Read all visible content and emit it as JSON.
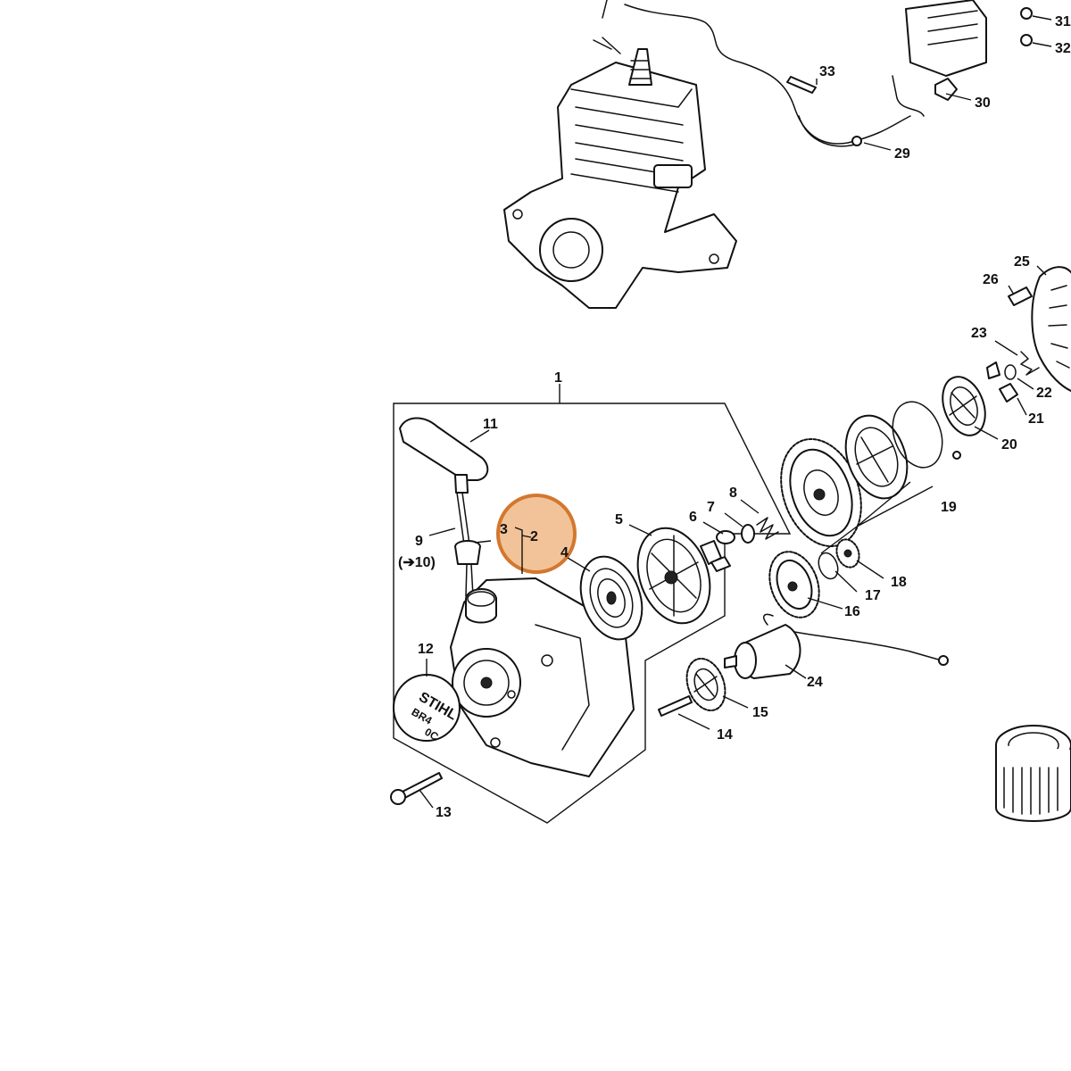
{
  "callouts": {
    "c1": "1",
    "c2": "2",
    "c3": "3",
    "c4": "4",
    "c5": "5",
    "c6": "6",
    "c7": "7",
    "c8": "8",
    "c9": "9",
    "c10": "(➔10)",
    "c11": "11",
    "c12": "12",
    "c13": "13",
    "c14": "14",
    "c15": "15",
    "c16": "16",
    "c17": "17",
    "c18": "18",
    "c19": "19",
    "c20": "20",
    "c21": "21",
    "c22": "22",
    "c23": "23",
    "c24": "24",
    "c25": "25",
    "c26": "26",
    "c29": "29",
    "c30": "30",
    "c31": "31",
    "c32": "32",
    "c33": "33"
  },
  "logo": {
    "brand": "STIHL",
    "model": "BR4",
    "model_suffix": "0C"
  },
  "colors": {
    "highlight_fill": "#f0b886",
    "highlight_stroke": "#d3772f",
    "line": "#111111",
    "background": "#ffffff"
  }
}
